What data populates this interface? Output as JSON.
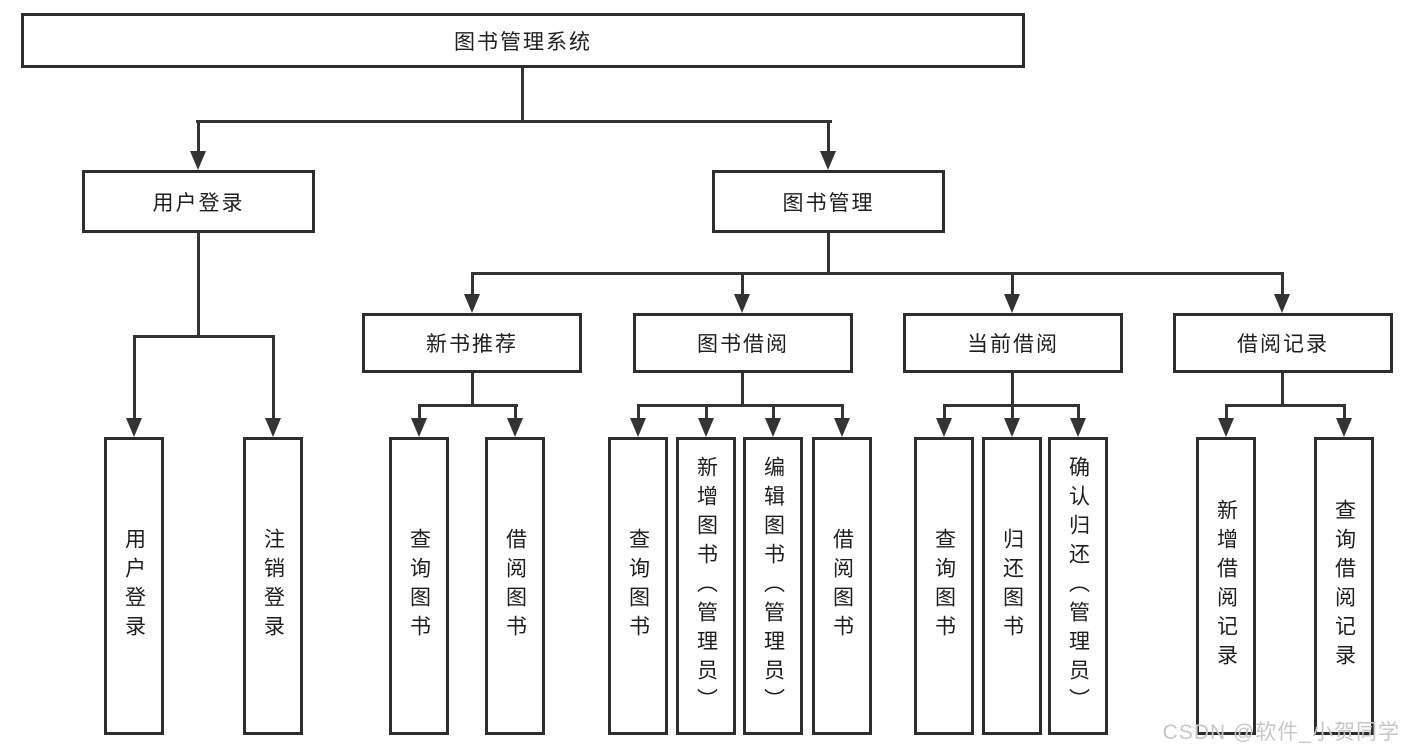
{
  "diagram": {
    "root": {
      "label": "图书管理系统"
    },
    "branches": [
      {
        "label": "用户登录",
        "children": [
          {
            "label": "用户登录"
          },
          {
            "label": "注销登录"
          }
        ]
      },
      {
        "label": "图书管理",
        "children": [
          {
            "label": "新书推荐",
            "children": [
              {
                "label": "查询图书"
              },
              {
                "label": "借阅图书"
              }
            ]
          },
          {
            "label": "图书借阅",
            "children": [
              {
                "label": "查询图书"
              },
              {
                "label": "新增图书（管理员）"
              },
              {
                "label": "编辑图书（管理员）"
              },
              {
                "label": "借阅图书"
              }
            ]
          },
          {
            "label": "当前借阅",
            "children": [
              {
                "label": "查询图书"
              },
              {
                "label": "归还图书"
              },
              {
                "label": "确认归还（管理员）"
              }
            ]
          },
          {
            "label": "借阅记录",
            "children": [
              {
                "label": "新增借阅记录"
              },
              {
                "label": "查询借阅记录"
              }
            ]
          }
        ]
      }
    ],
    "watermark": "CSDN @软件_小贺同学",
    "colors": {
      "line": "#333333",
      "border": "#2d2d2d",
      "text": "#1e1e1e",
      "watermark": "#c7c7c7",
      "background": "#ffffff"
    }
  }
}
